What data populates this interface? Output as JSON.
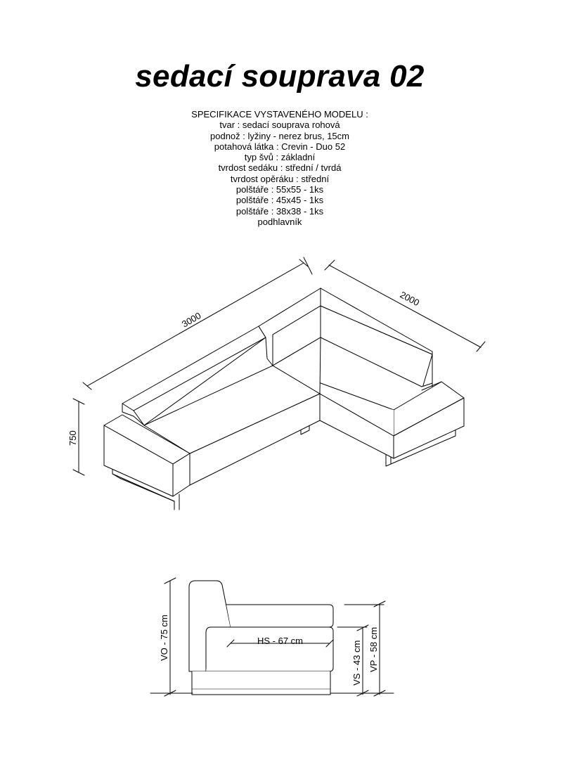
{
  "title": "sedací souprava 02",
  "specification": {
    "heading": "SPECIFIKACE VYSTAVENÉHO MODELU :",
    "lines": [
      "tvar : sedací souprava rohová",
      "podnož : lyžiny - nerez brus, 15cm",
      "potahová látka : Crevin - Duo 52",
      "typ švů : základní",
      "tvrdost sedáku : střední / tvrdá",
      "tvrdost opěráku : střední",
      "polštáře : 55x55 - 1ks",
      "polštáře : 45x45 - 1ks",
      "polštáře : 38x38 - 1ks",
      "podhlavník"
    ]
  },
  "isometric_dimensions": {
    "length": "3000",
    "depth": "2000",
    "height": "750"
  },
  "side_dimensions": {
    "backrest_height": "VO - 75 cm",
    "seat_depth": "HS - 67 cm",
    "seat_height": "VS - 43 cm",
    "armrest_height": "VP - 58 cm"
  }
}
